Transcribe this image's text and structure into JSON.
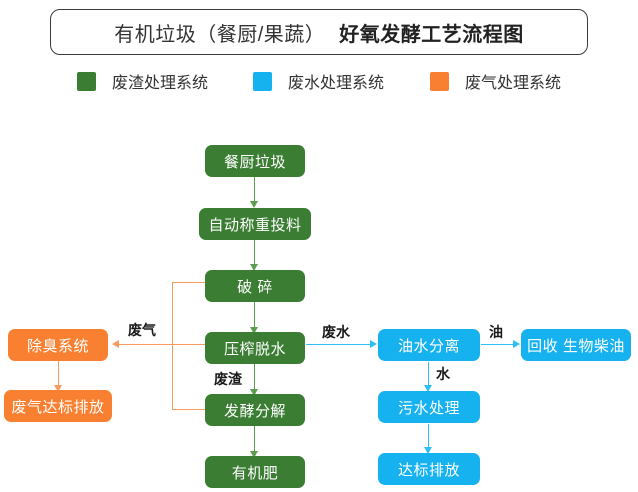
{
  "title": {
    "main": "有机垃圾（餐厨/果蔬）",
    "emphasis": "好氧发酵工艺流程图"
  },
  "legend": {
    "items": [
      {
        "label": "废渣处理系统",
        "color": "#3a7d33",
        "swatch_name": "legend-swatch-green"
      },
      {
        "label": "废水处理系统",
        "color": "#16b2f0",
        "swatch_name": "legend-swatch-blue"
      },
      {
        "label": "废气处理系统",
        "color": "#f98031",
        "swatch_name": "legend-swatch-orange"
      }
    ]
  },
  "nodes": {
    "green": [
      {
        "id": "kitchen-waste",
        "label": "餐厨垃圾"
      },
      {
        "id": "auto-weigh-feed",
        "label": "自动称重投料"
      },
      {
        "id": "crushing",
        "label": "破 碎"
      },
      {
        "id": "press-dewater",
        "label": "压榨脱水"
      },
      {
        "id": "ferment-decompose",
        "label": "发酵分解"
      },
      {
        "id": "organic-fertilizer",
        "label": "有机肥"
      }
    ],
    "orange": [
      {
        "id": "deodorization",
        "label": "除臭系统"
      },
      {
        "id": "gas-standard-emit",
        "label": "废气达标排放"
      }
    ],
    "blue": [
      {
        "id": "oil-water-separation",
        "label": "油水分离"
      },
      {
        "id": "sewage-treatment",
        "label": "污水处理"
      },
      {
        "id": "standard-discharge",
        "label": "达标排放"
      },
      {
        "id": "recycle-biodiesel",
        "label": "回收 生物柴油"
      }
    ]
  },
  "edge_labels": [
    {
      "id": "exhaust-gas",
      "label": "废气"
    },
    {
      "id": "waste-water",
      "label": "废水"
    },
    {
      "id": "residue",
      "label": "废渣"
    },
    {
      "id": "oil",
      "label": "油"
    },
    {
      "id": "water",
      "label": "水"
    }
  ],
  "colors": {
    "green": "#3a7d33",
    "blue": "#16b2f0",
    "orange": "#f98031",
    "green_line": "#5b9e4f",
    "blue_line": "#2ec0f5",
    "orange_line": "#f99a5e",
    "title_border": "#3c3c3c",
    "background": "#ffffff"
  }
}
